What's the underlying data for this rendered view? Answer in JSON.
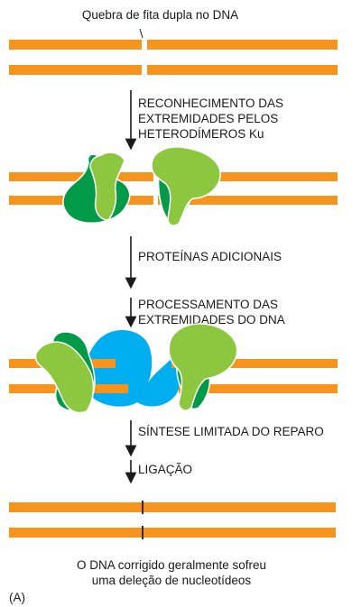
{
  "title": "Quebra de fita dupla no DNA",
  "steps": {
    "recognition": "RECONHECIMENTO DAS\nEXTREMIDADES PELOS\nHETERODÍMEROS Ku",
    "additional_proteins": "PROTEÍNAS ADICIONAIS",
    "processing": "PROCESSAMENTO DAS\nEXTREMIDADES DO DNA",
    "limited_synthesis": "SÍNTESE LIMITADA DO REPARO",
    "ligation": "LIGAÇÃO"
  },
  "result": "O DNA corrigido geralmente sofreu\numa deleção de nucleotídeos",
  "panel_label": "(A)",
  "colors": {
    "dna": "#f7941d",
    "ku_dark": "#009a49",
    "ku_light": "#8dc63f",
    "additional_protein": "#00aeef",
    "arrow": "#1a1a1a"
  }
}
